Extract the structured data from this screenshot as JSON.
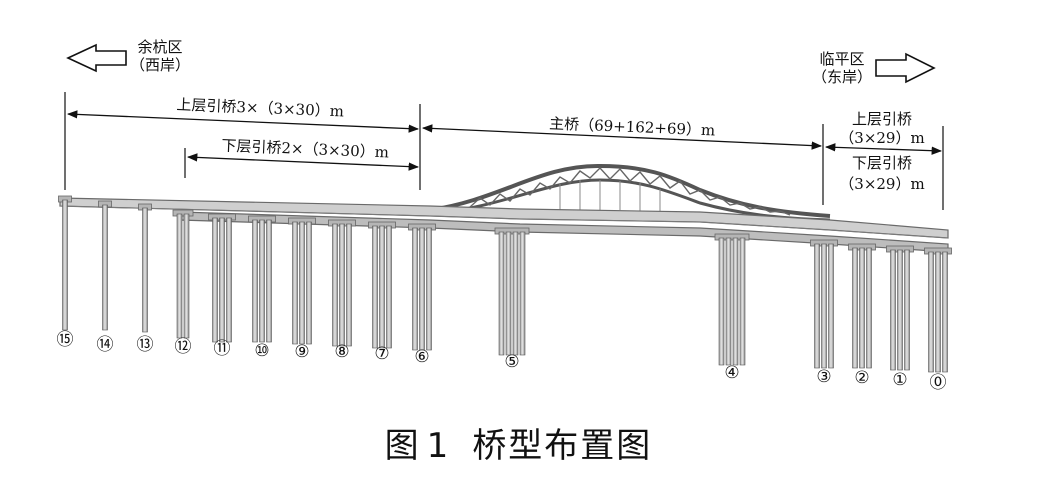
{
  "directions": {
    "west": {
      "line1": "余杭区",
      "line2": "（西岸）"
    },
    "east": {
      "line1": "临平区",
      "line2": "（东岸）"
    }
  },
  "dimensions": {
    "upper_west": "上层引桥3×（3×30）m",
    "lower_west": "下层引桥2×（3×30）m",
    "main": "主桥（69+162+69）m",
    "upper_east_1": "上层引桥",
    "upper_east_2": "（3×29）m",
    "lower_east_1": "下层引桥",
    "lower_east_2": "（3×29）m"
  },
  "piers": [
    "⑮",
    "⑭",
    "⑬",
    "⑫",
    "⑪",
    "⑩",
    "⑨",
    "⑧",
    "⑦",
    "⑥",
    "⑤",
    "④",
    "③",
    "②",
    "①",
    "⓪"
  ],
  "caption": {
    "figure": "图",
    "number": "1",
    "title": "桥型布置图"
  }
}
